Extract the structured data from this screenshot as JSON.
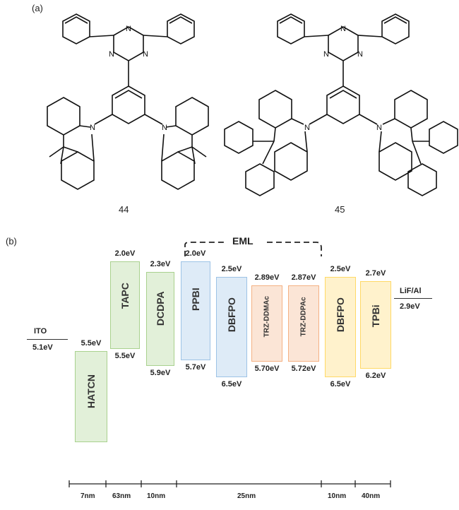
{
  "panel_a": {
    "label": "(a)",
    "molecules": [
      {
        "id": "44"
      },
      {
        "id": "45"
      }
    ]
  },
  "panel_b": {
    "label": "(b)",
    "eml_label": "EML",
    "electrodes": [
      {
        "name": "ITO",
        "value": "5.1eV"
      },
      {
        "name": "LiF/Al",
        "value": "2.9eV"
      }
    ],
    "layers": [
      {
        "name": "HATCN",
        "top": "5.5eV",
        "bottom": "",
        "color": "#e2f0d9",
        "border": "#a9d18e"
      },
      {
        "name": "TAPC",
        "top": "2.0eV",
        "bottom": "5.5eV",
        "color": "#e2f0d9",
        "border": "#a9d18e"
      },
      {
        "name": "DCDPA",
        "top": "2.3eV",
        "bottom": "5.9eV",
        "color": "#e2f0d9",
        "border": "#a9d18e"
      },
      {
        "name": "PPBI",
        "top": "2.0eV",
        "bottom": "5.7eV",
        "color": "#deebf7",
        "border": "#9dc3e6"
      },
      {
        "name": "DBFPO",
        "top": "2.5eV",
        "bottom": "6.5eV",
        "color": "#deebf7",
        "border": "#9dc3e6"
      },
      {
        "name": "TRZ-DDMAc",
        "top": "2.89eV",
        "bottom": "5.70eV",
        "color": "#fbe5d6",
        "border": "#f4b183"
      },
      {
        "name": "TRZ-DDPAc",
        "top": "2.87eV",
        "bottom": "5.72eV",
        "color": "#fbe5d6",
        "border": "#f4b183"
      },
      {
        "name": "DBFPO",
        "top": "2.5eV",
        "bottom": "6.5eV",
        "color": "#fff2cc",
        "border": "#ffd966"
      },
      {
        "name": "TPBi",
        "top": "2.7eV",
        "bottom": "6.2eV",
        "color": "#fff2cc",
        "border": "#ffd966"
      }
    ],
    "thickness": [
      "7nm",
      "63nm",
      "10nm",
      "25nm",
      "10nm",
      "40nm"
    ]
  }
}
